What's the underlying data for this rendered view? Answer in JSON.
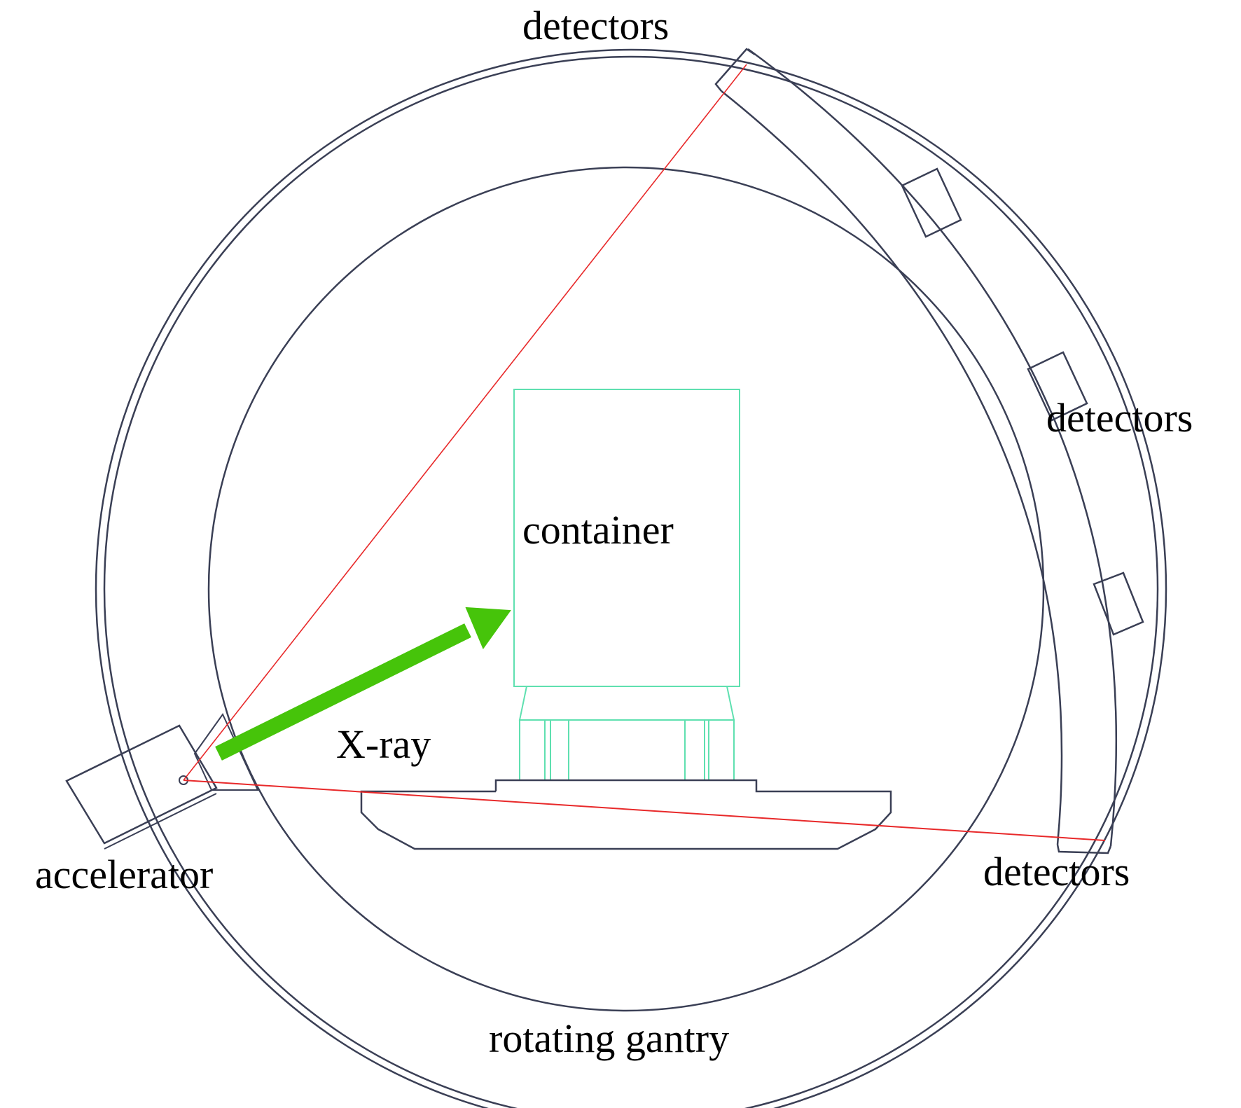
{
  "labels": {
    "detectors_top": "detectors",
    "detectors_right": "detectors",
    "detectors_bottom": "detectors",
    "container": "container",
    "xray": "X-ray",
    "accelerator": "accelerator",
    "gantry": "rotating gantry"
  },
  "colors": {
    "line": "#3a3f55",
    "beam": "#e8292a",
    "container": "#5fe0b0",
    "arrow": "#46c40a",
    "text": "#000000"
  }
}
